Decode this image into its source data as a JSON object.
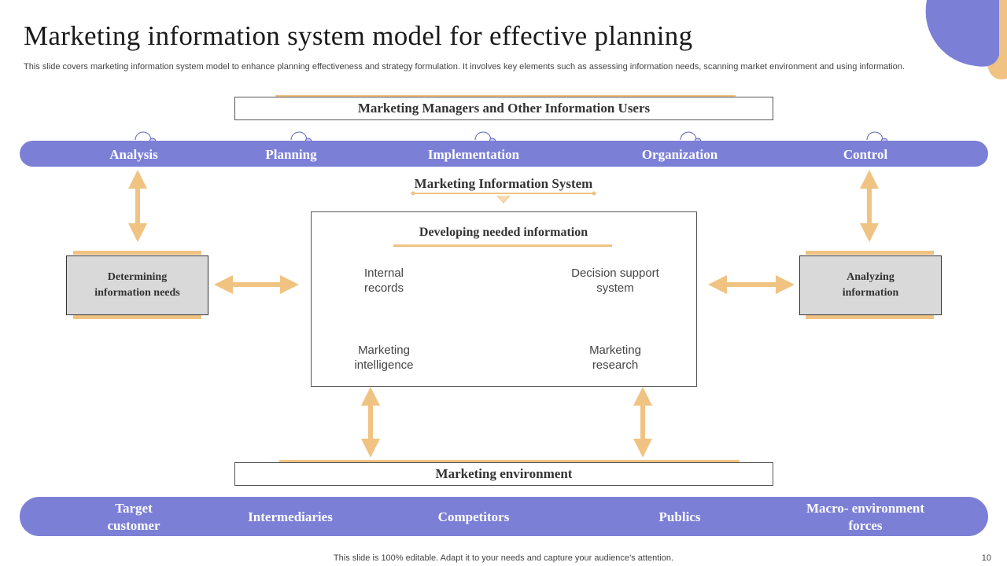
{
  "title": "Marketing information system model for effective planning",
  "subtitle": "This slide covers marketing information system model to enhance planning effectiveness and strategy formulation. It involves key elements such as assessing information needs, scanning market environment and using information.",
  "top_box": "Marketing Managers and Other Information Users",
  "top_bar_items": [
    "Analysis",
    "Planning",
    "Implementation",
    "Organization",
    "Control"
  ],
  "mis_label": "Marketing Information System",
  "center_box": {
    "heading": "Developing needed information",
    "items": [
      "Internal records",
      "Decision support system",
      "Marketing intelligence",
      "Marketing research"
    ]
  },
  "left_box": "Determining information needs",
  "right_box": "Analyzing information",
  "bottom_box": "Marketing environment",
  "bottom_bar_items": [
    "Target customer",
    "Intermediaries",
    "Competitors",
    "Publics",
    "Macro- environment forces"
  ],
  "footer": "This slide is 100% editable. Adapt it to your needs and capture your audience’s attention.",
  "page_number": "10",
  "colors": {
    "accent": "#7b7fd6",
    "arrow": "#f0c383",
    "box_fill": "#d9d9d9"
  }
}
